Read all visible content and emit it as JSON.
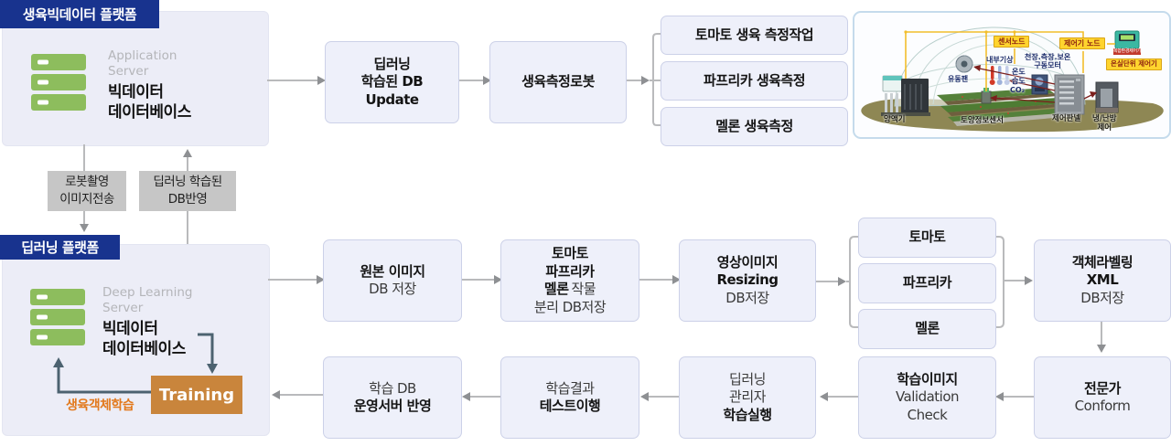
{
  "colors": {
    "navy": "#18338e",
    "platform_fill": "#ecedf7",
    "box_fill": "#eef0fa",
    "arrow_gray": "#8e9093",
    "slate_arrow": "#4c6270",
    "training_orange": "#c9853c",
    "caption_orange": "#e2791c",
    "server_green": "#8dbd5d",
    "chip_yellow": "#ffd42e"
  },
  "headers": {
    "bigdata": "생육빅데이터 플랫폼",
    "deep": "딥러닝 플랫폼"
  },
  "bigdata": {
    "server_type": "Application\nServer",
    "server_name": "빅데이터\n데이터베이스"
  },
  "deep": {
    "server_type": "Deep Learning\nServer",
    "server_name": "빅데이터\n데이터베이스",
    "training": "Training",
    "training_caption": "생육객체학습"
  },
  "row1": {
    "update": {
      "l1": "딥러닝",
      "l2": "학습된 DB",
      "l3": "Update"
    },
    "robot": "생육측정로봇",
    "tasks": [
      "토마토 생육 측정작업",
      "파프리카 생육측정",
      "멜론 생육측정"
    ]
  },
  "links": {
    "robot_upload": "로봇촬영\n이미지전송",
    "db_reflect": "딥러닝 학습된\nDB반영"
  },
  "row2": {
    "original": {
      "l1": "원본 이미지",
      "l2": "DB 저장"
    },
    "separate": {
      "l1": "토마토",
      "l2": "파프리카",
      "l3b": "멜론",
      "l3r": "작물",
      "l4": "분리 DB저장"
    },
    "resize": {
      "l1": "영상이미지",
      "l2": "Resizing",
      "l3": "DB저장"
    },
    "crops": [
      "토마토",
      "파프리카",
      "멜론"
    ],
    "labeling": {
      "l1": "객체라벨링",
      "l2": "XML",
      "l3": "DB저장"
    }
  },
  "row3": {
    "deploy": {
      "l1": "학습 DB",
      "l2": "운영서버 반영"
    },
    "test": {
      "l1": "학습결과",
      "l2": "테스트이행"
    },
    "train_exec": {
      "l1": "딥러닝",
      "l2": "관리자",
      "l3": "학습실행"
    },
    "validation": {
      "l1": "학습이미지",
      "l2": "Validation",
      "l3": "Check"
    },
    "expert": {
      "l1": "전문가",
      "l2": "Conform"
    }
  },
  "greenhouse": {
    "sensor_node": "센서노드",
    "controller_node": "제어기 노드",
    "unit_controller": "온실단위 제어기",
    "device_label": "복합환경제어기",
    "inner_weather": "내부기상",
    "motor": "천장.측장.보온\n구동모터",
    "temp": "온도",
    "humidity": "습도",
    "co2": "CO₂",
    "fan": "유동팬",
    "nutrient": "양액기",
    "soil_sensor": "토양정보센서",
    "control_panel": "제어판넬",
    "hvac": "냉/난방\n제어"
  }
}
